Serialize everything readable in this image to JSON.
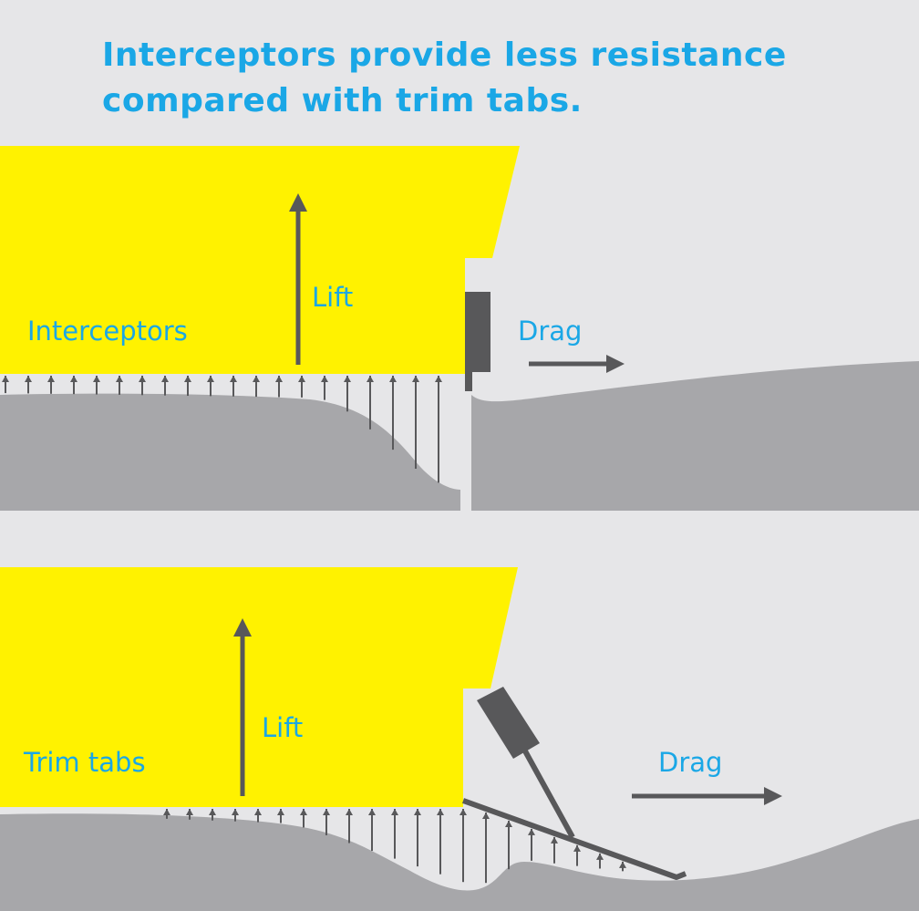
{
  "title": {
    "line1": "Interceptors provide less resistance",
    "line2": "compared with trim tabs."
  },
  "panels": [
    {
      "id": "interceptors",
      "label": "Interceptors",
      "lift_label": "Lift",
      "drag_label": "Drag"
    },
    {
      "id": "trim-tabs",
      "label": "Trim tabs",
      "lift_label": "Lift",
      "drag_label": "Drag"
    }
  ],
  "colors": {
    "background": "#e6e6e8",
    "water": "#a7a7aa",
    "hull": "#fff200",
    "device": "#58585a",
    "arrow": "#58585a",
    "text": "#1aa7e6"
  }
}
